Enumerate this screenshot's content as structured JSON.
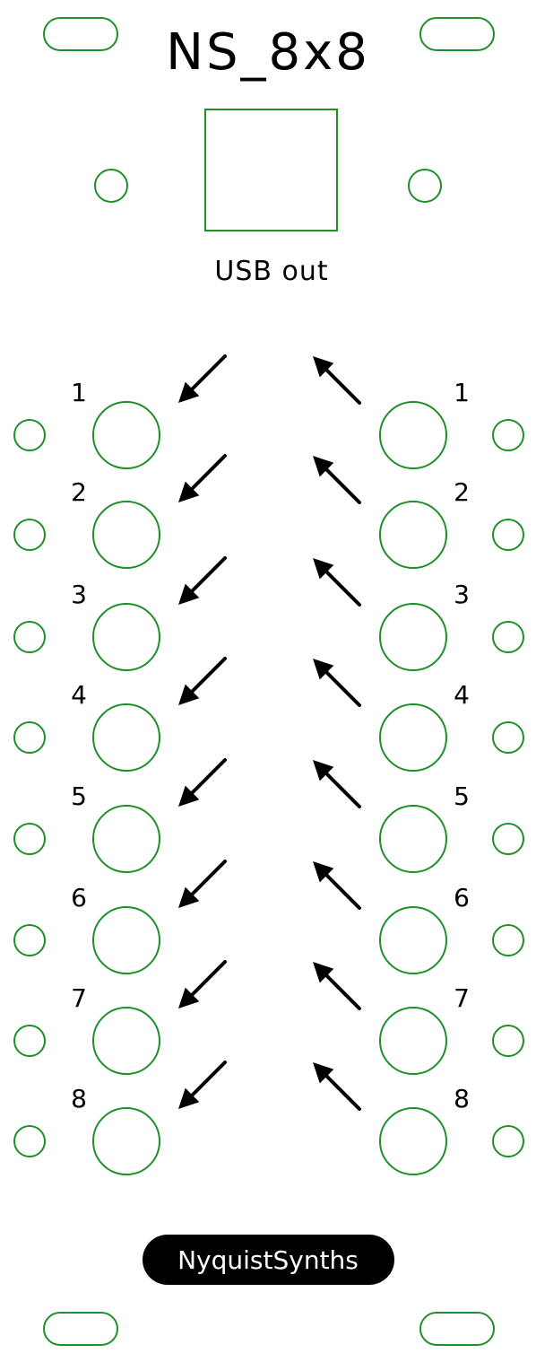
{
  "title": "NS_8x8",
  "usb_label": "USB out",
  "brand": "NyquistSynths",
  "left_numbers": [
    "1",
    "2",
    "3",
    "4",
    "5",
    "6",
    "7",
    "8"
  ],
  "right_numbers": [
    "1",
    "2",
    "3",
    "4",
    "5",
    "6",
    "7",
    "8"
  ],
  "colors": {
    "outline": "#1f8f2a",
    "ink": "#000000",
    "background": "#ffffff",
    "brand_bg": "#000000",
    "brand_text": "#ffffff"
  }
}
